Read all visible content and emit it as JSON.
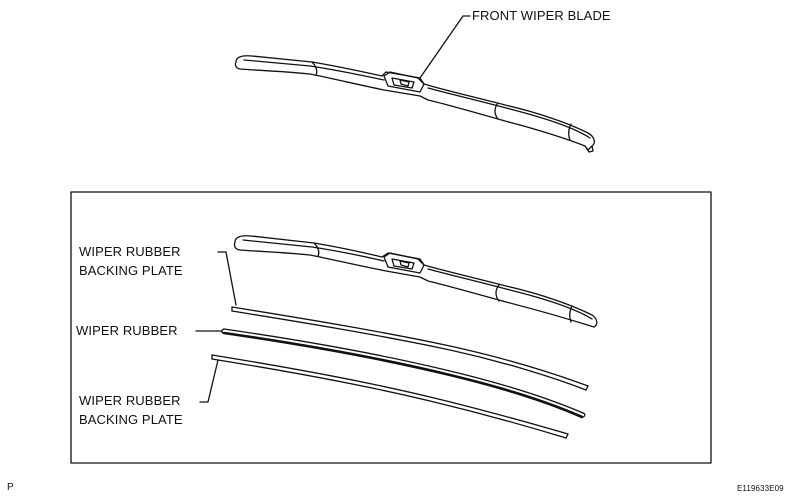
{
  "labels": {
    "front_wiper_blade": "FRONT WIPER BLADE",
    "backing_plate_upper_line1": "WIPER RUBBER",
    "backing_plate_upper_line2": "BACKING PLATE",
    "wiper_rubber": "WIPER RUBBER",
    "backing_plate_lower_line1": "WIPER RUBBER",
    "backing_plate_lower_line2": "BACKING PLATE"
  },
  "footer": {
    "page_letter": "P",
    "figure_code": "E119633E09"
  }
}
